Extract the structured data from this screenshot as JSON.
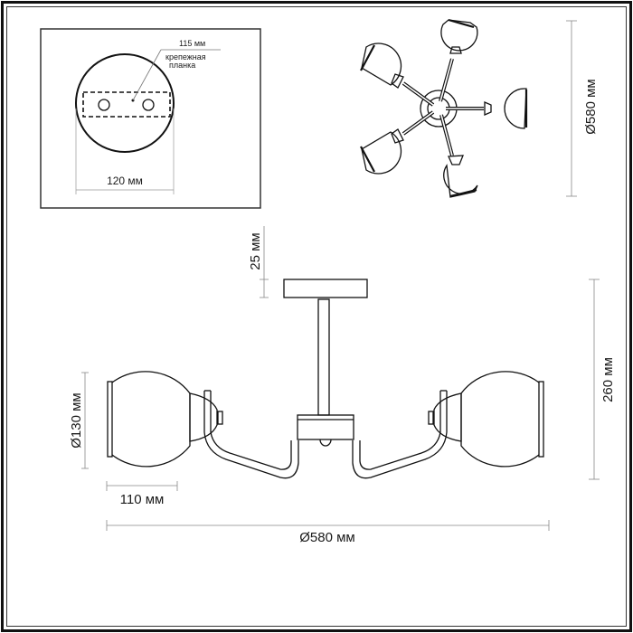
{
  "drawing": {
    "title": "Chandelier dimension drawing",
    "line_color": "#1a1a1a",
    "dim_line_color": "#777777"
  },
  "mount_detail": {
    "plate_label_line1": "крепежная",
    "plate_label_line2": "планка",
    "plate_length": "115 мм",
    "canopy_diameter": "120 мм"
  },
  "top_view": {
    "arms": 5,
    "diameter": "Ø580 мм"
  },
  "side_view": {
    "canopy_height": "25 мм",
    "total_height": "260 мм",
    "shade_diameter": "Ø130 мм",
    "shade_length": "110 мм",
    "total_diameter": "Ø580 мм"
  }
}
